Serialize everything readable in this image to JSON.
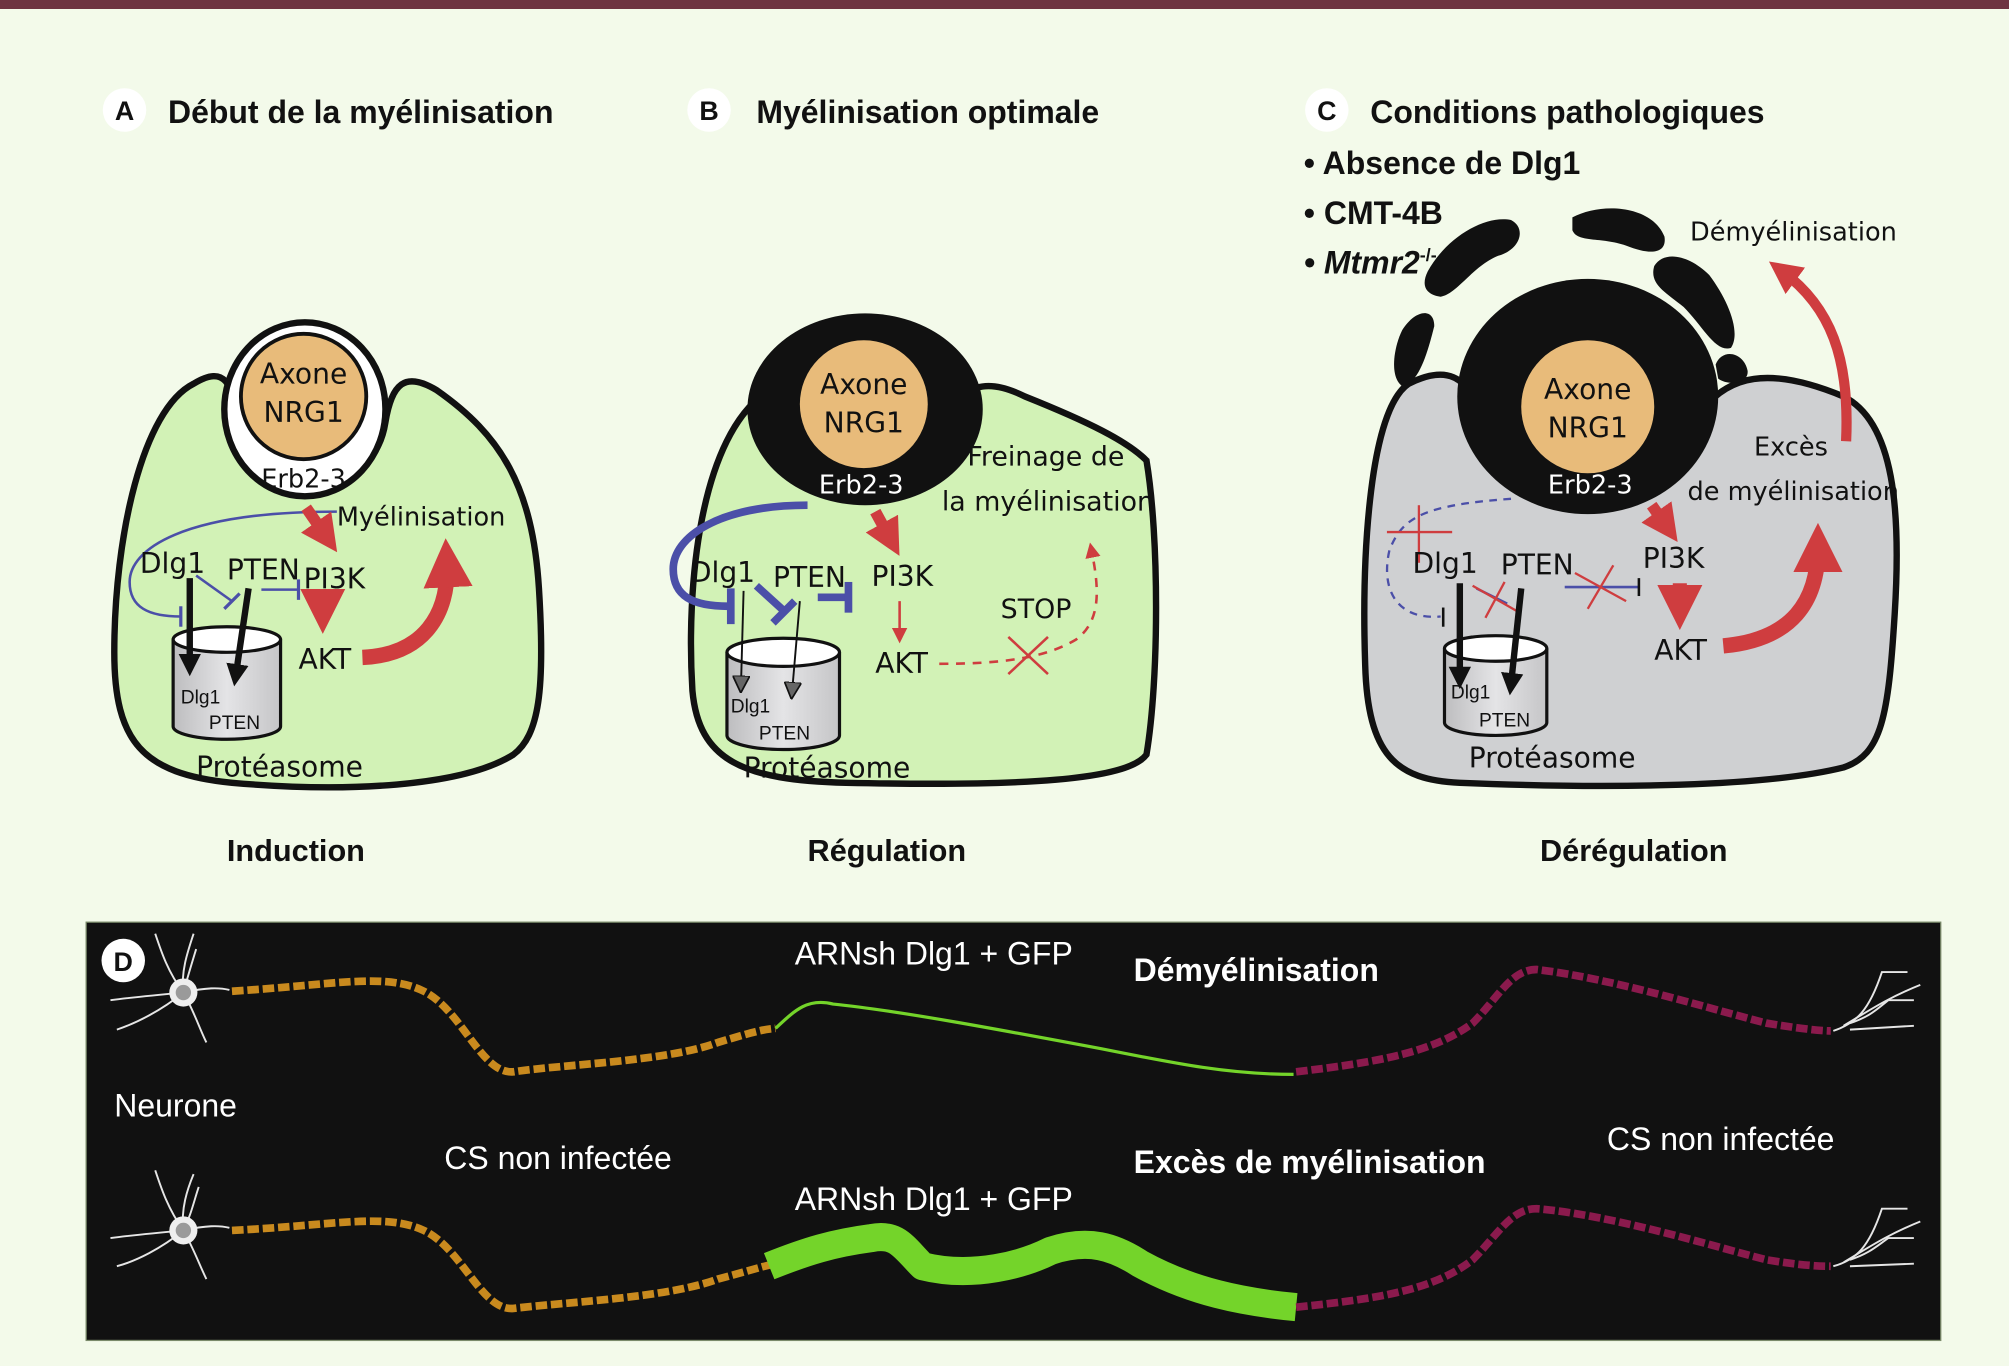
{
  "colors": {
    "page_bg": "#f3faea",
    "top_bar": "#6e3441",
    "cell_green": "#d2f2b6",
    "cell_grey": "#cfd0d2",
    "axon": "#e8bb7a",
    "myelin": "#111111",
    "activation_red": "#cf3d3f",
    "inhibition_blue": "#4b4fa8",
    "gfp_green": "#74d42a",
    "panel_d_bg": "#111111"
  },
  "panels": {
    "a": {
      "letter": "A",
      "title": "Début de la myélinisation",
      "axon_line1": "Axone",
      "axon_line2": "NRG1",
      "receptor": "Erb2-3",
      "outcome": "Myélinisation",
      "dlg1": "Dlg1",
      "pten": "PTEN",
      "pi3k": "PI3K",
      "akt": "AKT",
      "proteasome_dlg1": "Dlg1",
      "proteasome_pten": "PTEN",
      "proteasome": "Protéasome",
      "caption": "Induction"
    },
    "b": {
      "letter": "B",
      "title": "Myélinisation optimale",
      "axon_line1": "Axone",
      "axon_line2": "NRG1",
      "receptor": "Erb2-3",
      "outcome_line1": "Freinage de",
      "outcome_line2": "la myélinisation",
      "stop": "STOP",
      "dlg1": "Dlg1",
      "pten": "PTEN",
      "pi3k": "PI3K",
      "akt": "AKT",
      "proteasome_dlg1": "Dlg1",
      "proteasome_pten": "PTEN",
      "proteasome": "Protéasome",
      "caption": "Régulation"
    },
    "c": {
      "letter": "C",
      "title": "Conditions pathologiques",
      "conditions": [
        "• Absence de Dlg1",
        "• CMT-4B",
        "• Mtmr2"
      ],
      "mtmr2_superscript": "-/-",
      "demyelination": "Démyélinisation",
      "axon_line1": "Axone",
      "axon_line2": "NRG1",
      "receptor": "Erb2-3",
      "excess_line1": "Excès",
      "excess_line2": "de myélinisation",
      "dlg1": "Dlg1",
      "pten": "PTEN",
      "pi3k": "PI3K",
      "akt": "AKT",
      "proteasome_dlg1": "Dlg1",
      "proteasome_pten": "PTEN",
      "proteasome": "Protéasome",
      "caption": "Dérégulation"
    },
    "d": {
      "letter": "D",
      "neuron_label": "Neurone",
      "shrna_top": "ARNsh Dlg1 + GFP",
      "shrna_bottom": "ARNsh Dlg1 + GFP",
      "demyelination": "Démyélinisation",
      "excess": "Excès de myélinisation",
      "uninfected_left": "CS non infectée",
      "uninfected_right": "CS non infectée"
    }
  }
}
